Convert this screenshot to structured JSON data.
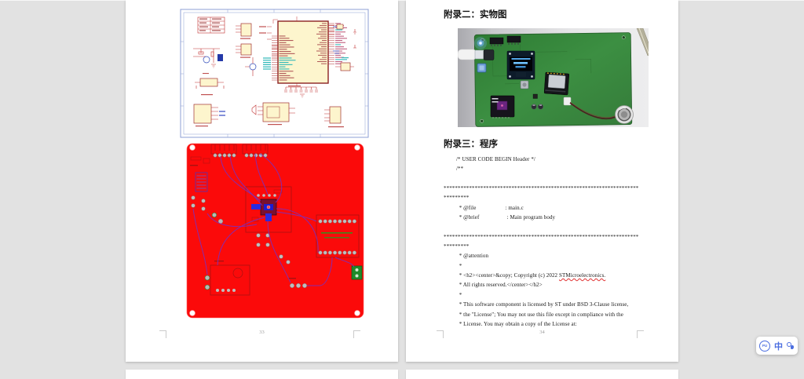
{
  "app": {
    "canvas_bg": "#e2e2e2",
    "widget_accent": "#4a6de0",
    "pcb_red": "#fb0a0a",
    "board_green": "#3a8a41",
    "schematic_yellow": "#fdf5cd"
  },
  "pages": {
    "left": {
      "number": "33"
    },
    "right": {
      "number": "34",
      "heading_appendix2": "附录二：实物图",
      "heading_appendix3": "附录三：程序",
      "code_lines": [
        {
          "t": "/* USER CODE BEGIN Header */",
          "i": 1
        },
        {
          "t": "/**",
          "i": 1
        },
        {
          "t": "",
          "i": 0
        },
        {
          "t": "*********************************************************************",
          "i": 0
        },
        {
          "t": "*********",
          "i": 0
        },
        {
          "t": "  * @file                    : main.c",
          "i": 1
        },
        {
          "t": "  * @brief                   : Main program body",
          "i": 1
        },
        {
          "t": "",
          "i": 0
        },
        {
          "t": "*********************************************************************",
          "i": 0
        },
        {
          "t": "*********",
          "i": 0
        },
        {
          "t": "  * @attention",
          "i": 1
        },
        {
          "t": "  *",
          "i": 1
        },
        {
          "t": "  * <h2><center>&copy; Copyright (c) 2022 ",
          "i": 1,
          "wavy": "STMicroelectronics."
        },
        {
          "t": "  * All rights reserved.</center></h2>",
          "i": 1
        },
        {
          "t": "  *",
          "i": 1
        },
        {
          "t": "  * This software component is licensed by ST under BSD 3-Clause license,",
          "i": 1
        },
        {
          "t": "  * the \"License\"; You may not use this file except in compliance with the",
          "i": 1
        },
        {
          "t": "  * License. You may obtain a copy of the License at:",
          "i": 1
        }
      ]
    }
  },
  "float_toolbar": {
    "badge_text": "PU",
    "translate_label": "中"
  }
}
